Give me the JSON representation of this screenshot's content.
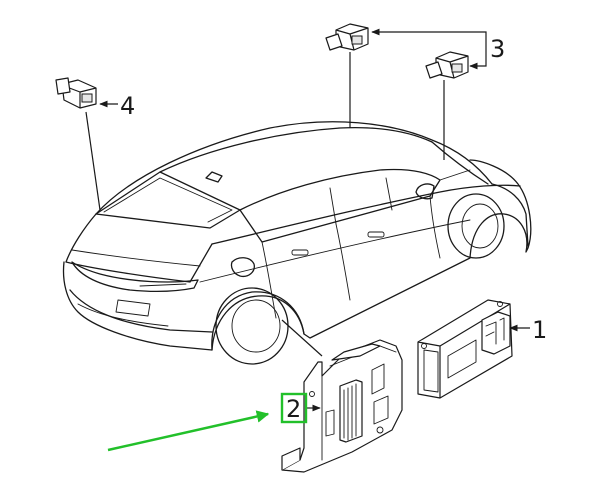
{
  "callouts": {
    "label_1": "1",
    "label_2": "2",
    "label_3": "3",
    "label_4": "4"
  },
  "colors": {
    "line": "#1a1a1a",
    "highlight_box": "#22c02a",
    "pointer_arrow": "#22c02a"
  }
}
